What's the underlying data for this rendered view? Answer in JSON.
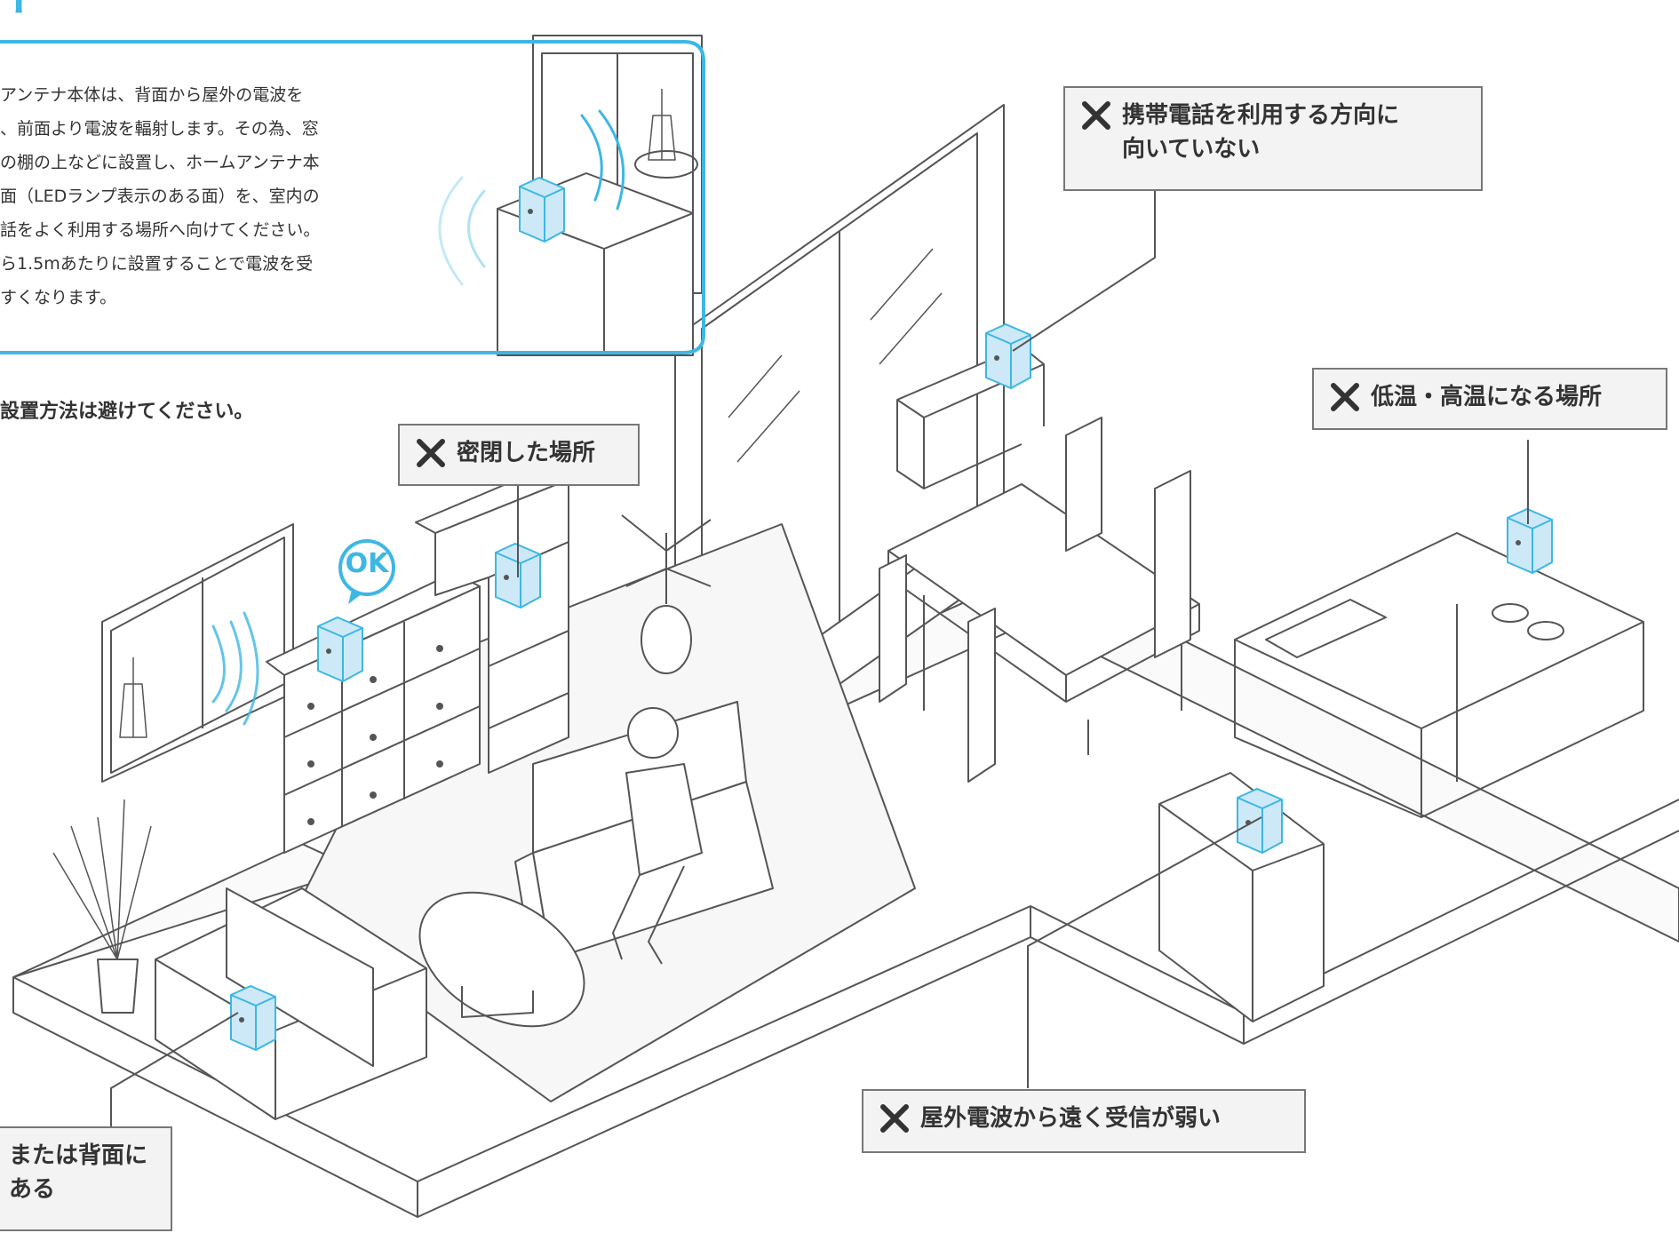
{
  "heading_fragment": "ト",
  "intro": {
    "lines": [
      "アンテナ本体は、背面から屋外の電波を",
      "、前面より電波を輻射します。その為、窓",
      "の棚の上などに設置し、ホームアンテナ本",
      "面（LEDランプ表示のある面）を、室内の",
      "話をよく利用する場所へ向けてください。",
      "ら1.5mあたりに設置することで電波を受",
      "すくなります。"
    ]
  },
  "warning_text": "設置方法は避けてください。",
  "ok_badge": "OK",
  "callouts": {
    "direction": {
      "line1": "携帯電話を利用する方向に",
      "line2": "向いていない"
    },
    "closed": {
      "label": "密閉した場所"
    },
    "temperature": {
      "label": "低温・高温になる場所"
    },
    "weak_signal": {
      "label": "屋外電波から遠く受信が弱い"
    },
    "behind_tv": {
      "line1": "または背面に",
      "line2": "ある"
    }
  },
  "colors": {
    "accent_blue": "#3db7e4",
    "device_fill": "#cde9f7",
    "line_gray": "#555555",
    "callout_bg": "#f3f3f4"
  }
}
